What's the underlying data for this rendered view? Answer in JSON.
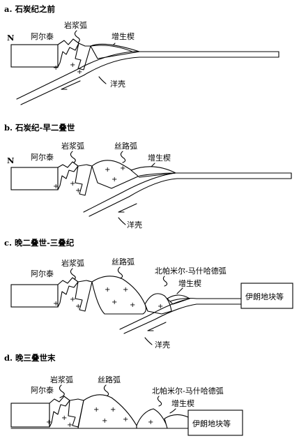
{
  "figure": {
    "panels": [
      {
        "title": "a. 石炭纪之前",
        "north": "N",
        "altai": "阿尔泰",
        "magmatic_arc": "岩浆弧",
        "wedge": "增生楔",
        "oceanic_crust": "洋壳"
      },
      {
        "title": "b. 石炭纪-早二叠世",
        "north": "N",
        "altai": "阿尔泰",
        "magmatic_arc": "岩浆弧",
        "silk_arc": "丝路弧",
        "wedge": "增生楔",
        "oceanic_crust": "洋壳"
      },
      {
        "title": "c. 晚二叠世-三叠纪",
        "altai": "阿尔泰",
        "magmatic_arc": "岩浆弧",
        "silk_arc": "丝路弧",
        "pamir_arc": "北帕米尔-马什哈德弧",
        "wedge": "增生楔",
        "iran_block": "伊朗地块等",
        "oceanic_crust": "洋壳"
      },
      {
        "title": "d. 晚三叠世末",
        "altai": "阿尔泰",
        "magmatic_arc": "岩浆弧",
        "silk_arc": "丝路弧",
        "pamir_arc": "北帕米尔-马什哈德弧",
        "wedge": "增生楔",
        "iran_block": "伊朗地块等"
      }
    ]
  }
}
